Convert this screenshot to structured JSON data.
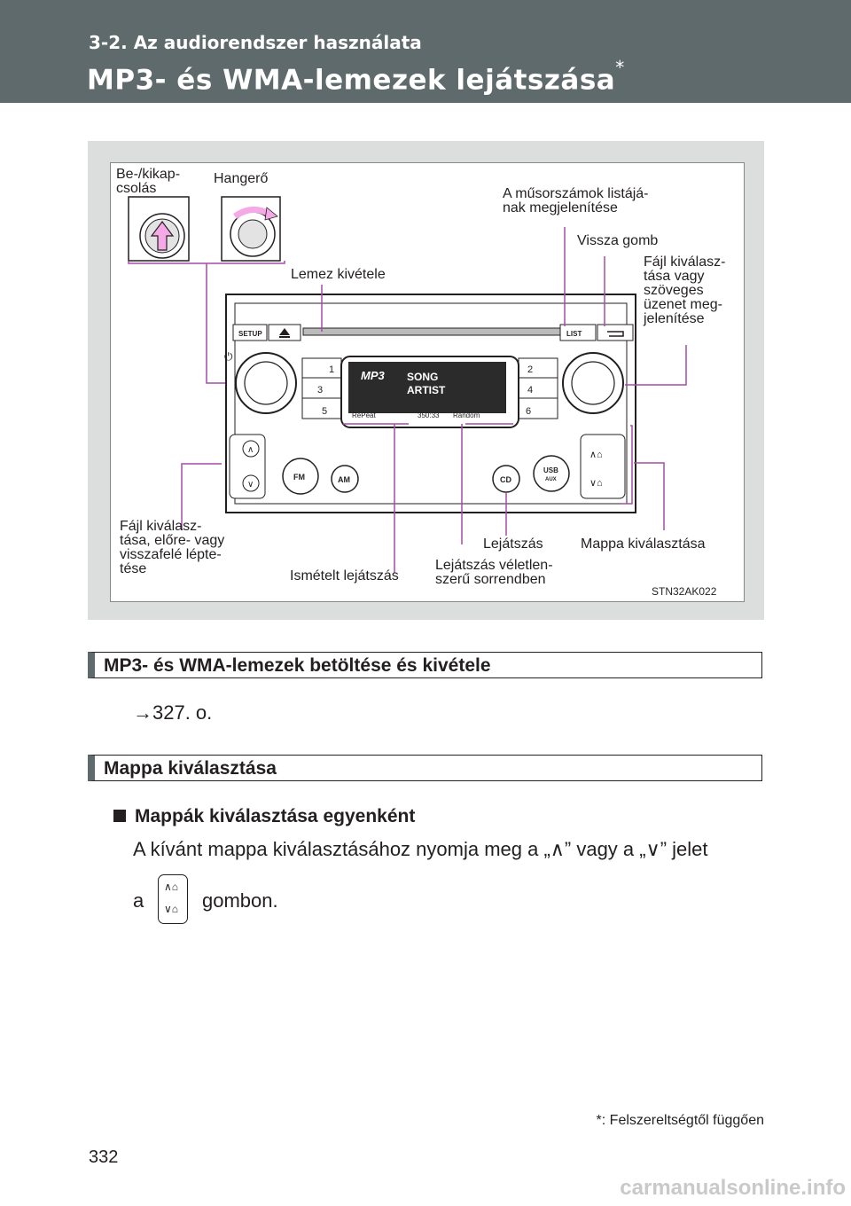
{
  "header": {
    "section": "3-2. Az audiorendszer használata",
    "title": "MP3- és WMA-lemezek lejátszása",
    "title_mark": "*"
  },
  "figure": {
    "code": "STN32AK022",
    "labels": {
      "power": "Be-/kikap-\ncsolás",
      "volume": "Hangerő",
      "eject": "Lemez kivétele",
      "list": "A műsorszámok listájá-\nnak megjelenítése",
      "back": "Vissza gomb",
      "file_select_text": "Fájl kiválasz-\ntása vagy\nszöveges\nüzenet meg-\njelenítése",
      "file_step": "Fájl kiválasz-\ntása, előre- vagy\nvisszafelé lépte-\ntése",
      "repeat": "Ismételt lejátszás",
      "play": "Lejátszás",
      "random": "Lejátszás véletlen-\nszerű sorrendben",
      "folder": "Mappa kiválasztása"
    },
    "unit": {
      "setup": "SETUP",
      "list": "LIST",
      "presets": [
        "1",
        "2",
        "3",
        "4",
        "5",
        "6"
      ],
      "display_mp3": "MP3",
      "display_song": "SONG",
      "display_artist": "ARTIST",
      "display_repeat": "RePeat",
      "display_time": "350:33",
      "display_random": "Random",
      "fm": "FM",
      "am": "AM",
      "cd": "CD",
      "usb": "USB",
      "aux": "AUX"
    }
  },
  "sections": [
    {
      "title": "MP3- és WMA-lemezek betöltése és kivétele",
      "ref": "→327. o."
    },
    {
      "title": "Mappa kiválasztása"
    }
  ],
  "bullet": {
    "title": "Mappák kiválasztása egyenként",
    "line1": "A kívánt mappa kiválasztásához nyomja meg a „∧” vagy a „∨” jelet",
    "line2_prefix": "a",
    "line2_suffix": "gombon."
  },
  "footnote": "*: Felszereltségtől függően",
  "page_number": "332",
  "watermark": "carmanualsonline.info",
  "colors": {
    "header": "#5e6a6b",
    "callout": "#a64ca6",
    "panel": "#dcdedd"
  }
}
